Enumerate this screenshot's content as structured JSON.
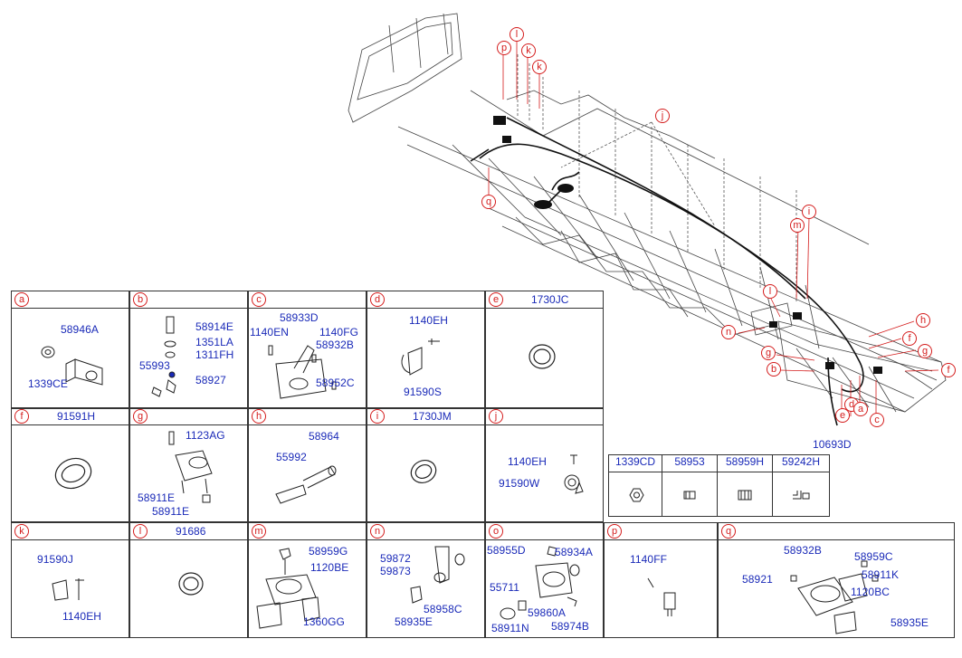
{
  "main_callouts": [
    "p",
    "l",
    "k",
    "k",
    "j",
    "q",
    "m",
    "i",
    "l",
    "n",
    "h",
    "f",
    "g",
    "g",
    "b",
    "d",
    "a",
    "e",
    "c",
    "f"
  ],
  "main_label": "10693D",
  "panels": [
    {
      "id": "a",
      "labels": [
        "58946A",
        "1339CE"
      ]
    },
    {
      "id": "b",
      "labels": [
        "58914E",
        "1351LA",
        "1311FH",
        "55993",
        "58927"
      ]
    },
    {
      "id": "c",
      "labels": [
        "58933D",
        "1140EN",
        "1140FG",
        "58932B",
        "58952C"
      ]
    },
    {
      "id": "d",
      "labels": [
        "1140EH",
        "91590S"
      ]
    },
    {
      "id": "e",
      "header_pn": "1730JC",
      "labels": []
    },
    {
      "id": "f",
      "header_pn": "91591H",
      "labels": []
    },
    {
      "id": "g",
      "labels": [
        "1123AG",
        "58911E",
        "58911E"
      ]
    },
    {
      "id": "h",
      "labels": [
        "58964",
        "55992"
      ]
    },
    {
      "id": "i",
      "header_pn": "1730JM",
      "labels": []
    },
    {
      "id": "j",
      "labels": [
        "1140EH",
        "91590W"
      ]
    },
    {
      "id": "k",
      "labels": [
        "91590J",
        "1140EH"
      ]
    },
    {
      "id": "l",
      "header_pn": "91686",
      "labels": []
    },
    {
      "id": "m",
      "labels": [
        "58959G",
        "1120BE",
        "1360GG"
      ]
    },
    {
      "id": "n",
      "labels": [
        "59872",
        "59873",
        "58958C",
        "58935E"
      ]
    },
    {
      "id": "o",
      "labels": [
        "58955D",
        "58934A",
        "55711",
        "59860A",
        "58911N",
        "58974B"
      ]
    },
    {
      "id": "p",
      "labels": [
        "1140FF"
      ]
    },
    {
      "id": "q",
      "labels": [
        "58932B",
        "58959C",
        "58921",
        "58911K",
        "1120BC",
        "58935E"
      ]
    }
  ],
  "loose_parts": [
    "1339CD",
    "58953",
    "58959H",
    "59242H"
  ]
}
